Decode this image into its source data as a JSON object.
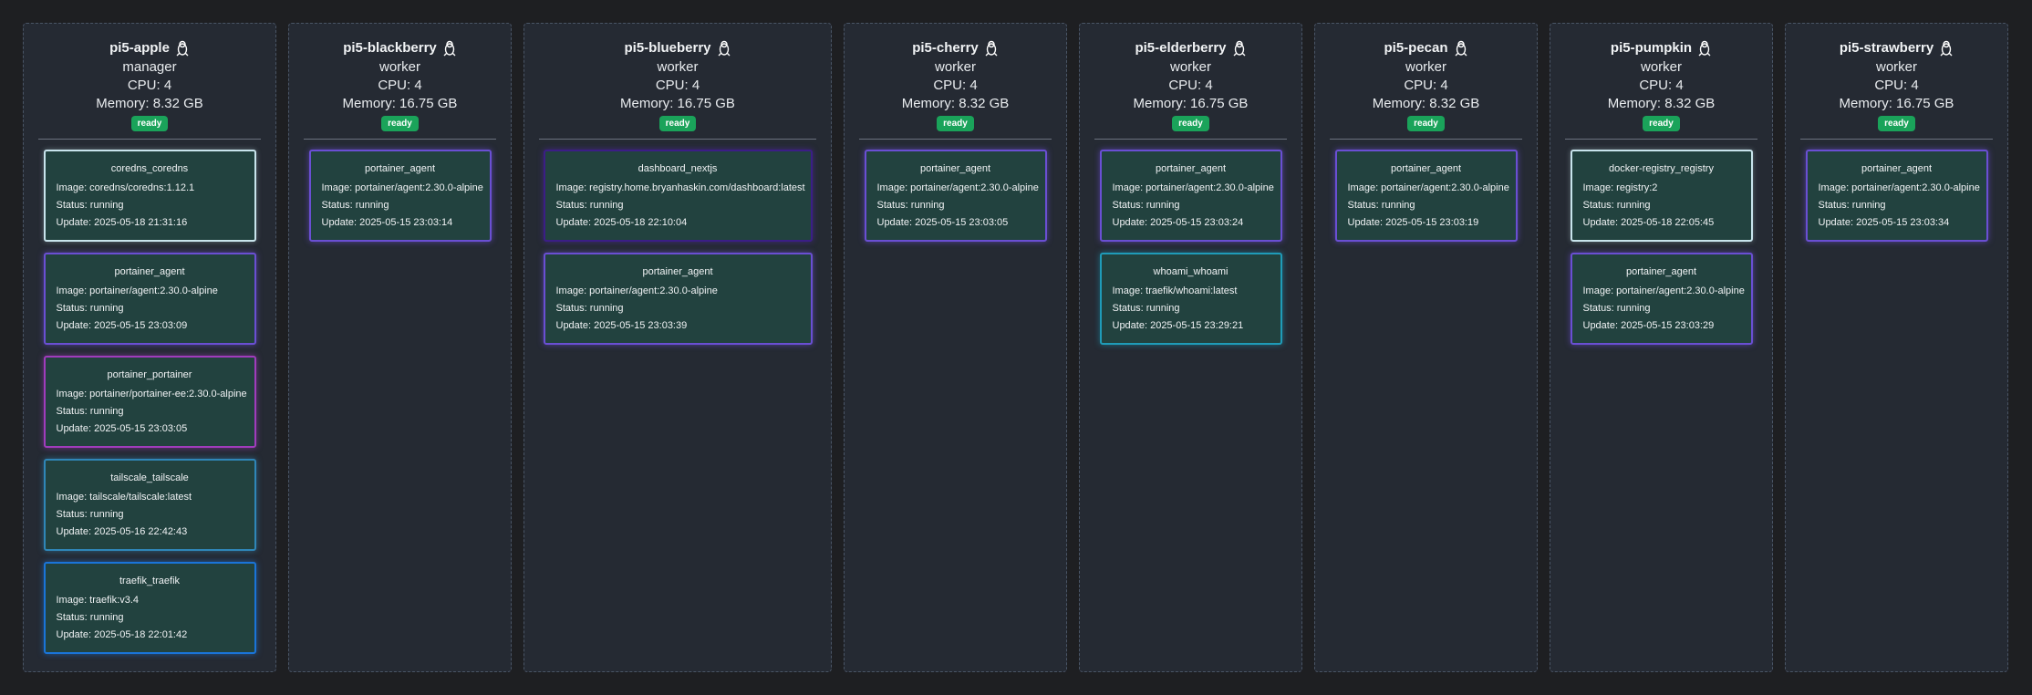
{
  "nodes": [
    {
      "name": "pi5-apple",
      "role": "manager",
      "cpu": "CPU: 4",
      "memory": "Memory: 8.32 GB",
      "status": "ready",
      "tasks": [
        {
          "name": "coredns_coredns",
          "image": "Image: coredns/coredns:1.12.1",
          "status": "Status: running",
          "update": "Update: 2025-05-18 21:31:16"
        },
        {
          "name": "portainer_agent",
          "image": "Image: portainer/agent:2.30.0-alpine",
          "status": "Status: running",
          "update": "Update: 2025-05-15 23:03:09"
        },
        {
          "name": "portainer_portainer",
          "image": "Image: portainer/portainer-ee:2.30.0-alpine",
          "status": "Status: running",
          "update": "Update: 2025-05-15 23:03:05"
        },
        {
          "name": "tailscale_tailscale",
          "image": "Image: tailscale/tailscale:latest",
          "status": "Status: running",
          "update": "Update: 2025-05-16 22:42:43"
        },
        {
          "name": "traefik_traefik",
          "image": "Image: traefik:v3.4",
          "status": "Status: running",
          "update": "Update: 2025-05-18 22:01:42"
        }
      ]
    },
    {
      "name": "pi5-blackberry",
      "role": "worker",
      "cpu": "CPU: 4",
      "memory": "Memory: 16.75 GB",
      "status": "ready",
      "tasks": [
        {
          "name": "portainer_agent",
          "image": "Image: portainer/agent:2.30.0-alpine",
          "status": "Status: running",
          "update": "Update: 2025-05-15 23:03:14"
        }
      ]
    },
    {
      "name": "pi5-blueberry",
      "role": "worker",
      "cpu": "CPU: 4",
      "memory": "Memory: 16.75 GB",
      "status": "ready",
      "tasks": [
        {
          "name": "dashboard_nextjs",
          "image": "Image: registry.home.bryanhaskin.com/dashboard:latest",
          "status": "Status: running",
          "update": "Update: 2025-05-18 22:10:04"
        },
        {
          "name": "portainer_agent",
          "image": "Image: portainer/agent:2.30.0-alpine",
          "status": "Status: running",
          "update": "Update: 2025-05-15 23:03:39"
        }
      ]
    },
    {
      "name": "pi5-cherry",
      "role": "worker",
      "cpu": "CPU: 4",
      "memory": "Memory: 8.32 GB",
      "status": "ready",
      "tasks": [
        {
          "name": "portainer_agent",
          "image": "Image: portainer/agent:2.30.0-alpine",
          "status": "Status: running",
          "update": "Update: 2025-05-15 23:03:05"
        }
      ]
    },
    {
      "name": "pi5-elderberry",
      "role": "worker",
      "cpu": "CPU: 4",
      "memory": "Memory: 16.75 GB",
      "status": "ready",
      "tasks": [
        {
          "name": "portainer_agent",
          "image": "Image: portainer/agent:2.30.0-alpine",
          "status": "Status: running",
          "update": "Update: 2025-05-15 23:03:24"
        },
        {
          "name": "whoami_whoami",
          "image": "Image: traefik/whoami:latest",
          "status": "Status: running",
          "update": "Update: 2025-05-15 23:29:21"
        }
      ]
    },
    {
      "name": "pi5-pecan",
      "role": "worker",
      "cpu": "CPU: 4",
      "memory": "Memory: 8.32 GB",
      "status": "ready",
      "tasks": [
        {
          "name": "portainer_agent",
          "image": "Image: portainer/agent:2.30.0-alpine",
          "status": "Status: running",
          "update": "Update: 2025-05-15 23:03:19"
        }
      ]
    },
    {
      "name": "pi5-pumpkin",
      "role": "worker",
      "cpu": "CPU: 4",
      "memory": "Memory: 8.32 GB",
      "status": "ready",
      "tasks": [
        {
          "name": "docker-registry_registry",
          "image": "Image: registry:2",
          "status": "Status: running",
          "update": "Update: 2025-05-18 22:05:45"
        },
        {
          "name": "portainer_agent",
          "image": "Image: portainer/agent:2.30.0-alpine",
          "status": "Status: running",
          "update": "Update: 2025-05-15 23:03:29"
        }
      ]
    },
    {
      "name": "pi5-strawberry",
      "role": "worker",
      "cpu": "CPU: 4",
      "memory": "Memory: 16.75 GB",
      "status": "ready",
      "tasks": [
        {
          "name": "portainer_agent",
          "image": "Image: portainer/agent:2.30.0-alpine",
          "status": "Status: running",
          "update": "Update: 2025-05-15 23:03:34"
        }
      ]
    }
  ]
}
